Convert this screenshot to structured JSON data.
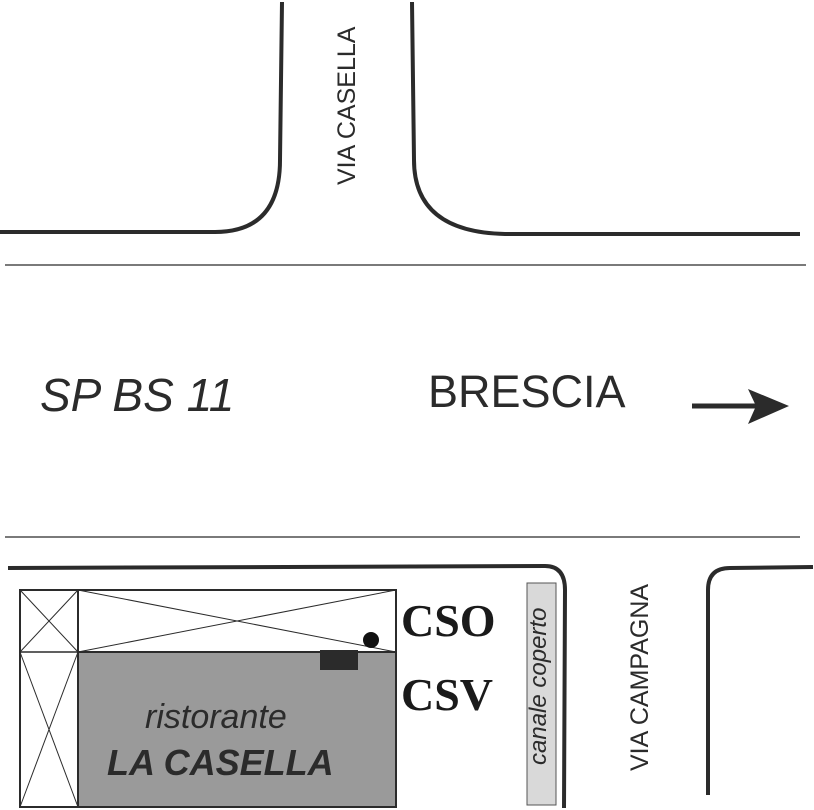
{
  "roads": {
    "main": "SP BS 11",
    "north_side_street": "VIA CASELLA",
    "south_side_street": "VIA CAMPAGNA"
  },
  "direction": {
    "label": "BRESCIA",
    "arrow_icon": "arrow-right-icon"
  },
  "markers": {
    "upper_code": "CSO",
    "lower_code": "CSV"
  },
  "restaurant": {
    "type": "ristorante",
    "name": "LA CASELLA"
  },
  "canal": {
    "label": "canale coperto"
  },
  "colors": {
    "line": "#2b2b2b",
    "restaurant_fill": "#9a9a9a",
    "canal_fill": "#d9d9d9"
  }
}
